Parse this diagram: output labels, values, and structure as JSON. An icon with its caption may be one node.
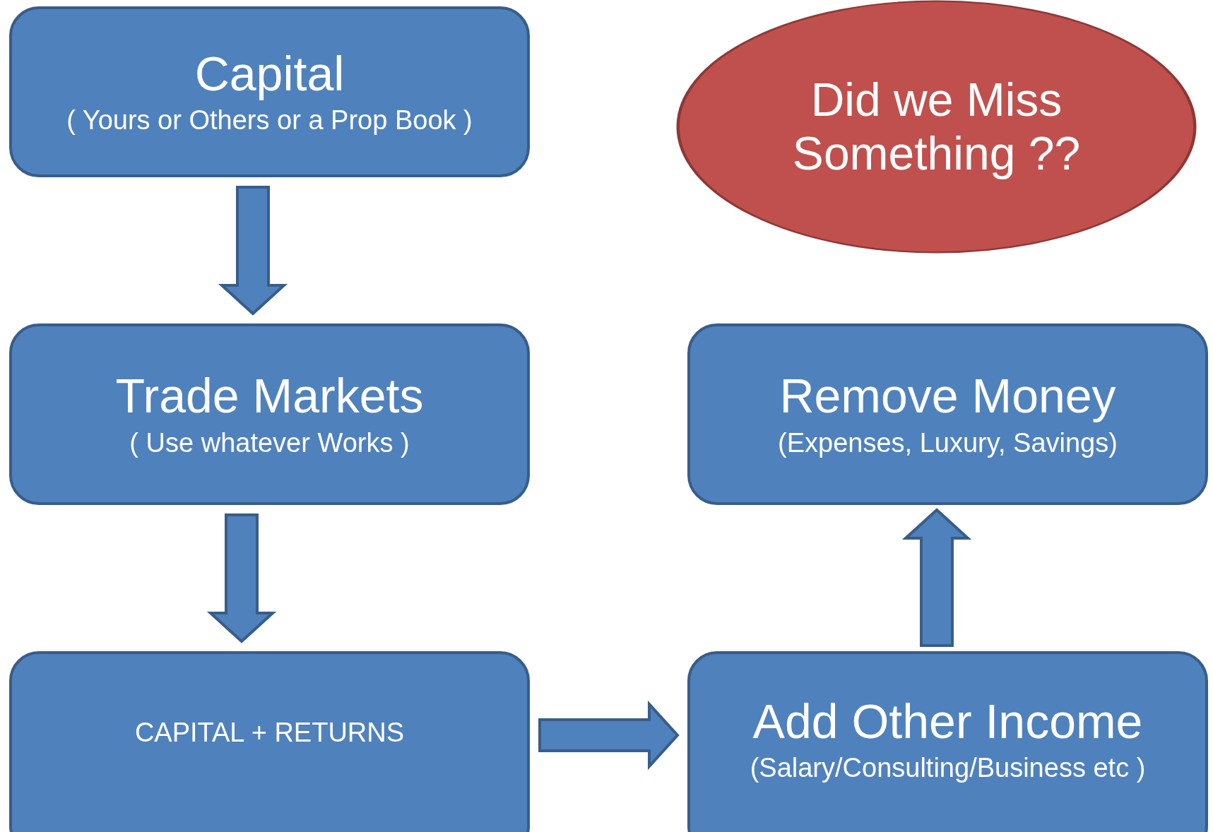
{
  "diagram": {
    "nodes": [
      {
        "text": [
          "Capital",
          "( Yours or Others or a Prop Book )"
        ]
      },
      {
        "text": [
          "Did we Miss Something ??"
        ]
      },
      {
        "text": [
          "Trade Markets",
          "( Use whatever Works )"
        ]
      },
      {
        "text": [
          "Remove Money",
          "(Expenses, Luxury, Savings)"
        ]
      },
      {
        "text": [
          "CAPITAL + RETURNS"
        ]
      },
      {
        "text": [
          "Add Other Income",
          "(Salary/Consulting/Business etc )"
        ]
      }
    ],
    "edges": [
      {
        "from": 0,
        "to": 2,
        "arrow": "to"
      },
      {
        "from": 2,
        "to": 4,
        "arrow": "to"
      },
      {
        "from": 4,
        "to": 5,
        "arrow": "to"
      },
      {
        "from": 5,
        "to": 3,
        "arrow": "to"
      }
    ]
  }
}
